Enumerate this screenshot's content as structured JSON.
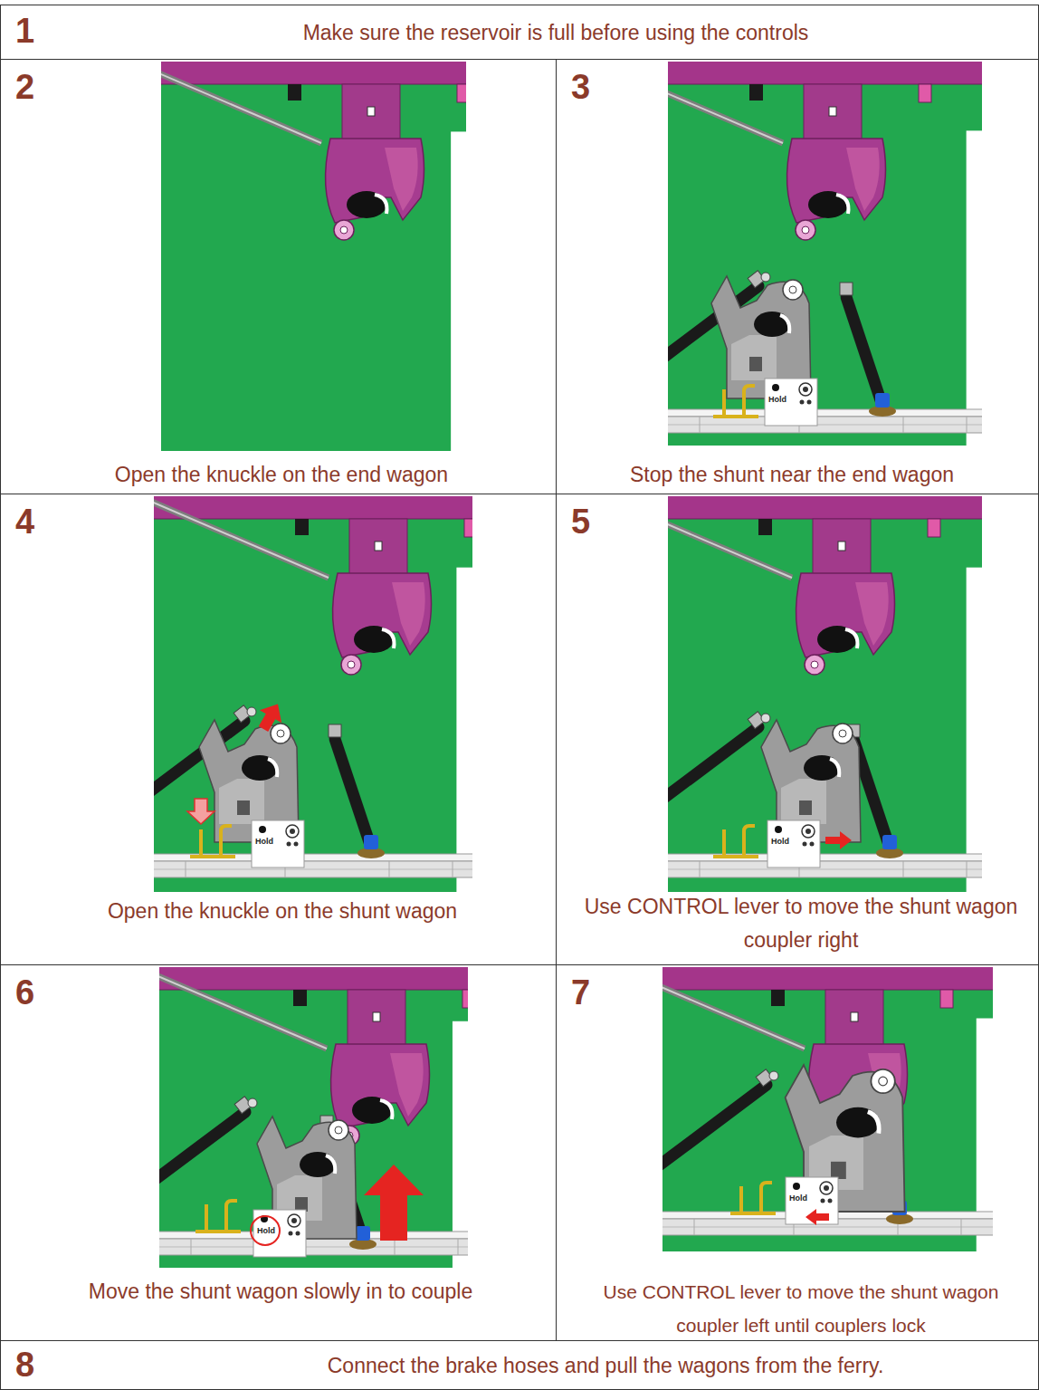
{
  "diagram": {
    "nodes": [
      {
        "text": [
          "1",
          "Make sure the reservoir is full before using the controls"
        ]
      },
      {
        "text": [
          "2",
          "Open the knuckle on the end wagon"
        ]
      },
      {
        "text": [
          "3",
          "Stop the shunt near the end wagon"
        ]
      },
      {
        "text": [
          "4",
          "Open the knuckle on the shunt wagon"
        ]
      },
      {
        "text": [
          "5",
          "Use CONTROL lever to move the shunt wagon coupler right"
        ]
      },
      {
        "text": [
          "6",
          "Move the shunt wagon slowly in to couple"
        ]
      },
      {
        "text": [
          "7",
          "Use CONTROL lever to move the shunt wagon coupler left until couplers lock"
        ]
      },
      {
        "text": [
          "8",
          "Connect the brake hoses and pull the wagons from the ferry."
        ]
      }
    ],
    "labels": [
      "Hold",
      "Hold",
      "Hold",
      "Hold",
      "Hold"
    ]
  }
}
